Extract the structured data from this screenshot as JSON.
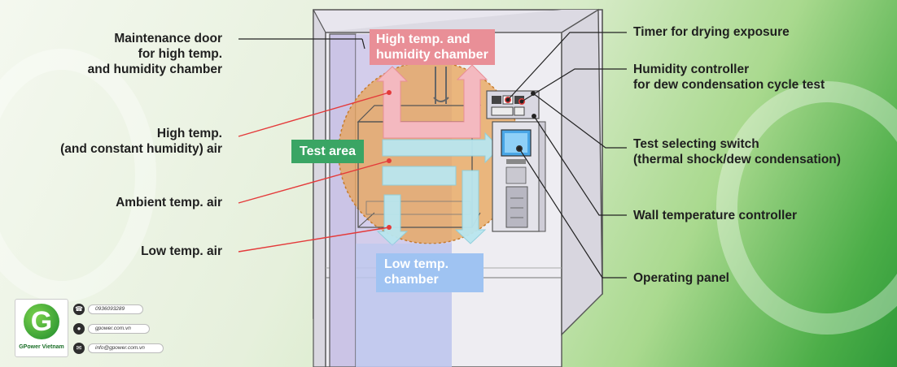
{
  "labels_left": [
    {
      "lines": [
        "Maintenance door",
        "for high temp.",
        "and humidity chamber"
      ]
    },
    {
      "lines": [
        "High temp.",
        "(and constant humidity) air"
      ]
    },
    {
      "lines": [
        "Ambient temp. air"
      ]
    },
    {
      "lines": [
        "Low temp. air"
      ]
    }
  ],
  "labels_right": [
    {
      "lines": [
        "Timer for drying exposure"
      ]
    },
    {
      "lines": [
        "Humidity controller",
        "for dew condensation cycle test"
      ]
    },
    {
      "lines": [
        "Test selecting switch",
        "(thermal shock/dew condensation)"
      ]
    },
    {
      "lines": [
        "Wall temperature controller"
      ]
    },
    {
      "lines": [
        "Operating panel"
      ]
    }
  ],
  "zones": {
    "high_chamber": [
      "High temp. and",
      "humidity chamber"
    ],
    "test_area": "Test area",
    "low_chamber": [
      "Low temp.",
      "chamber"
    ]
  },
  "brand": {
    "name": "GPower Vietnam",
    "logo_letter": "G",
    "phone": "0936093289",
    "website": "gpower.com.vn",
    "email": "info@gpower.com.vn"
  },
  "colors": {
    "high": "#e98f97",
    "test": "#3aa564",
    "low": "#9fc3f2",
    "warm_arrow": "#f4b9c0",
    "cool_arrow": "#b9e6ef",
    "leader_line": "#e43a3a"
  }
}
